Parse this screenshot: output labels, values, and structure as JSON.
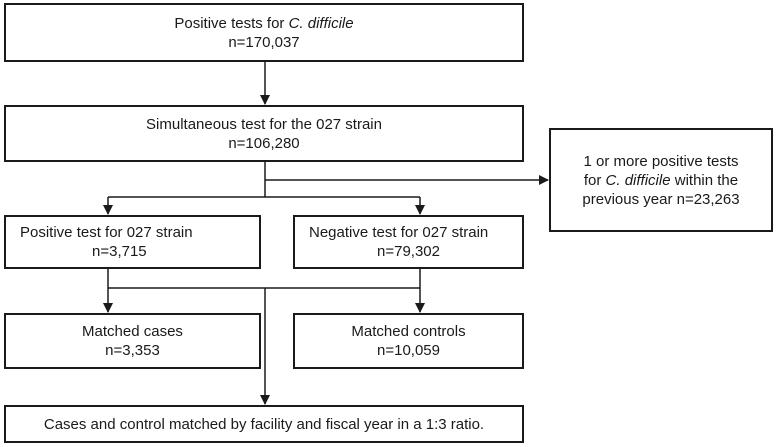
{
  "nodes": {
    "positive_tests": {
      "text_before": "Positive tests for ",
      "italic": "C. difficile",
      "count": "n=170,037"
    },
    "simultaneous_test": {
      "label": "Simultaneous test for the 027 strain",
      "count": "n=106,280"
    },
    "excluded": {
      "line1": "1 or more positive tests",
      "line2_before": "for ",
      "line2_italic": "C. difficile",
      "line2_after": " within the",
      "line3": "previous year n=23,263"
    },
    "positive_027": {
      "label": "Positive test for 027 strain",
      "count": "n=3,715"
    },
    "negative_027": {
      "label": "Negative test for 027 strain",
      "count": "n=79,302"
    },
    "matched_cases": {
      "label": "Matched cases",
      "count": "n=3,353"
    },
    "matched_controls": {
      "label": "Matched controls",
      "count": "n=10,059"
    },
    "final": {
      "label": "Cases and control matched by facility and fiscal year in a 1:3 ratio."
    }
  }
}
